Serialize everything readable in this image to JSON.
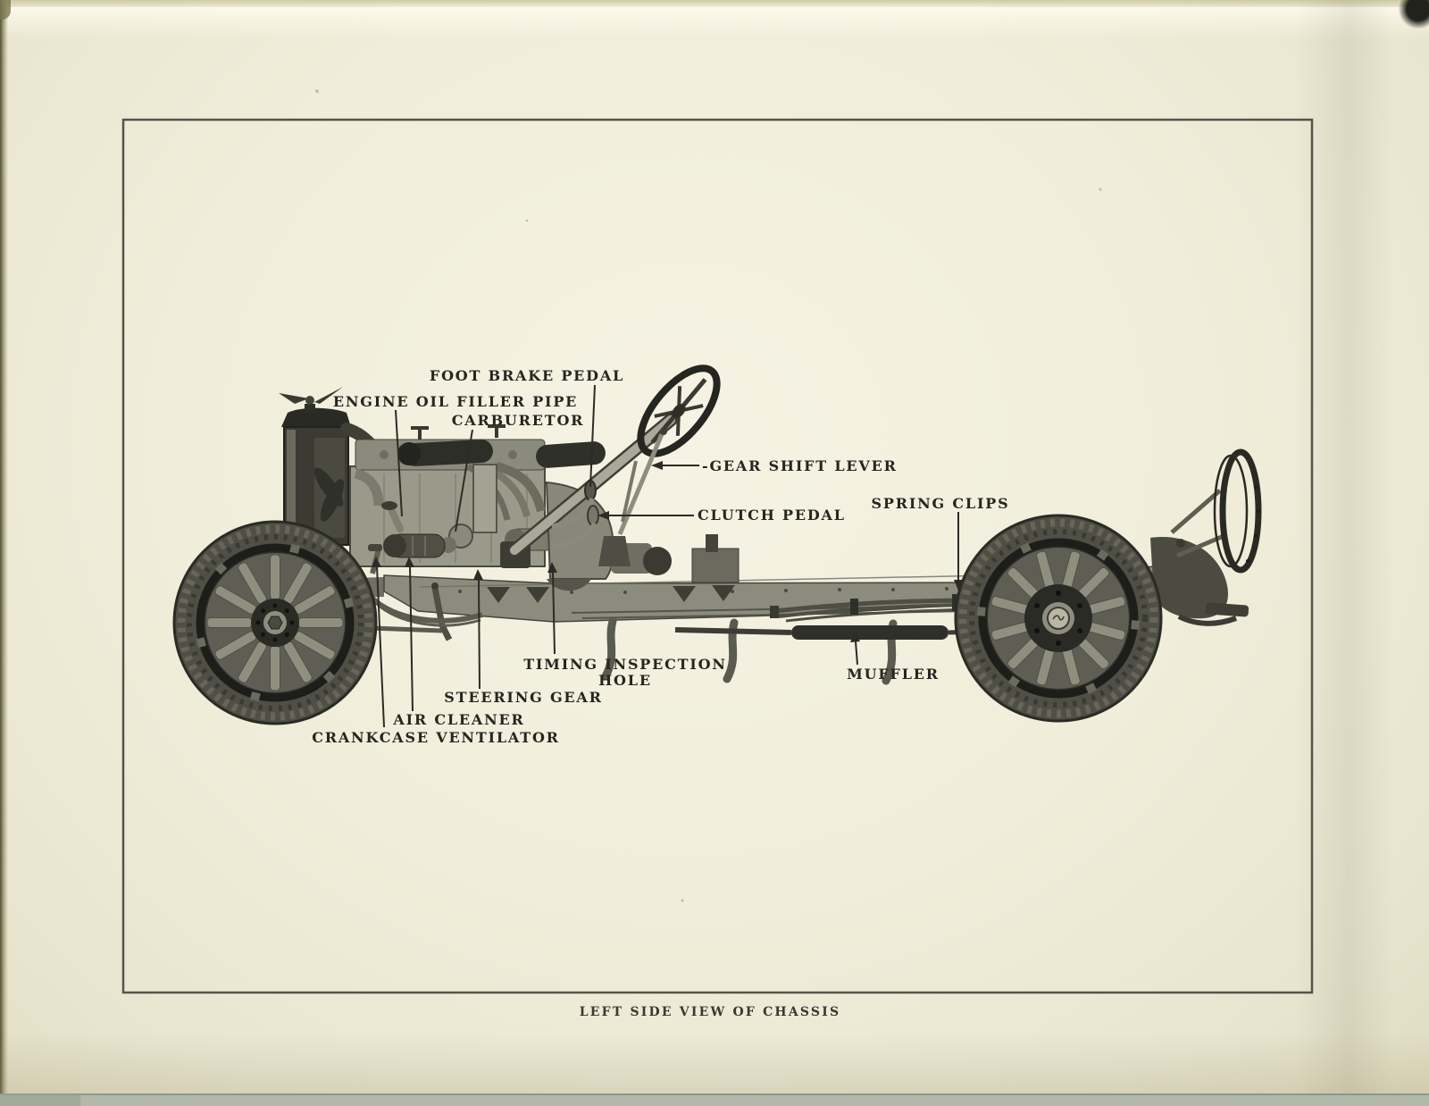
{
  "page": {
    "caption": "LEFT SIDE VIEW OF CHASSIS"
  },
  "labels": {
    "foot_brake_pedal": "FOOT BRAKE PEDAL",
    "engine_oil_filler_pipe": "ENGINE OIL FILLER PIPE",
    "carburetor": "CARBURETOR",
    "gear_shift_lever": "-GEAR SHIFT LEVER",
    "clutch_pedal": "CLUTCH PEDAL",
    "spring_clips": "SPRING CLIPS",
    "timing_inspection_line1": "TIMING INSPECTION",
    "timing_inspection_line2": "HOLE",
    "muffler": "MUFFLER",
    "steering_gear": "STEERING GEAR",
    "air_cleaner": "AIR CLEANER",
    "crankcase_ventilator": "CRANKCASE VENTILATOR"
  },
  "colors": {
    "paper": "#f0edda",
    "ink": "#262620",
    "frame_border": "#54544a",
    "bottom_strip": "#b2b9aa"
  }
}
